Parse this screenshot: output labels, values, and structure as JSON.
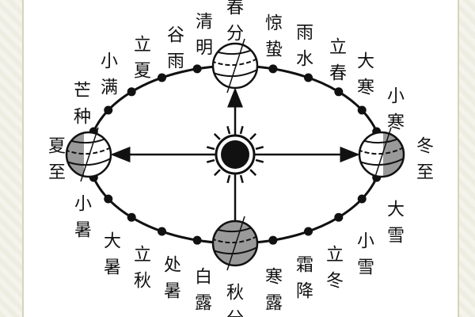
{
  "diagram": {
    "center": "sun",
    "globes": [
      "春分",
      "夏至",
      "秋分",
      "冬至"
    ],
    "terms": [
      {
        "name": "春分"
      },
      {
        "name": "清明"
      },
      {
        "name": "谷雨"
      },
      {
        "name": "立夏"
      },
      {
        "name": "小满"
      },
      {
        "name": "芒种"
      },
      {
        "name": "夏至"
      },
      {
        "name": "小暑"
      },
      {
        "name": "大暑"
      },
      {
        "name": "立秋"
      },
      {
        "name": "处暑"
      },
      {
        "name": "白露"
      },
      {
        "name": "秋分"
      },
      {
        "name": "寒露"
      },
      {
        "name": "霜降"
      },
      {
        "name": "立冬"
      },
      {
        "name": "小雪"
      },
      {
        "name": "大雪"
      },
      {
        "name": "冬至"
      },
      {
        "name": "小寒"
      },
      {
        "name": "大寒"
      },
      {
        "name": "立春"
      },
      {
        "name": "雨水"
      },
      {
        "name": "惊蛰"
      }
    ],
    "colors": {
      "line": "#111111",
      "globe_shade": "#9a9a9a",
      "background": "#ffffff",
      "frame": "#f1f0e6"
    }
  }
}
